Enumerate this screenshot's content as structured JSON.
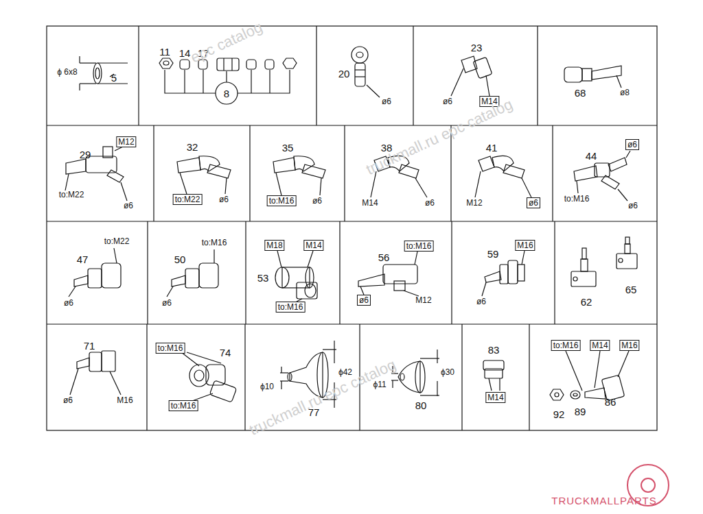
{
  "diagram": {
    "labels": [
      "ϕ 6x8",
      "5",
      "11",
      "14",
      "17",
      "8",
      "20",
      "ø6",
      "23",
      "ø6",
      "M14",
      "68",
      "ø8",
      "29",
      "M12",
      "to:M22",
      "ø6",
      "32",
      "to:M22",
      "ø6",
      "35",
      "to:M16",
      "ø6",
      "38",
      "M14",
      "ø6",
      "41",
      "M12",
      "ø6",
      "44",
      "ø6",
      "to:M16",
      "ø6",
      "47",
      "to:M22",
      "ø6",
      "50",
      "to:M16",
      "ø6",
      "M18",
      "M14",
      "53",
      "to:M16",
      "56",
      "to:M16",
      "ø6",
      "M12",
      "59",
      "M16",
      "ø6",
      "62",
      "65",
      "71",
      "ø6",
      "M16",
      "to:M16",
      "74",
      "to:M16",
      "ϕ42",
      "ϕ10",
      "77",
      "ϕ11",
      "ϕ30",
      "80",
      "83",
      "M14",
      "to:M16",
      "M14",
      "M16",
      "92",
      "89",
      "86",
      "epc catalog",
      "truckmall.ru epc catalog",
      "truckmall.ru epc catalog",
      "TRUCKMALLPARTS"
    ]
  }
}
